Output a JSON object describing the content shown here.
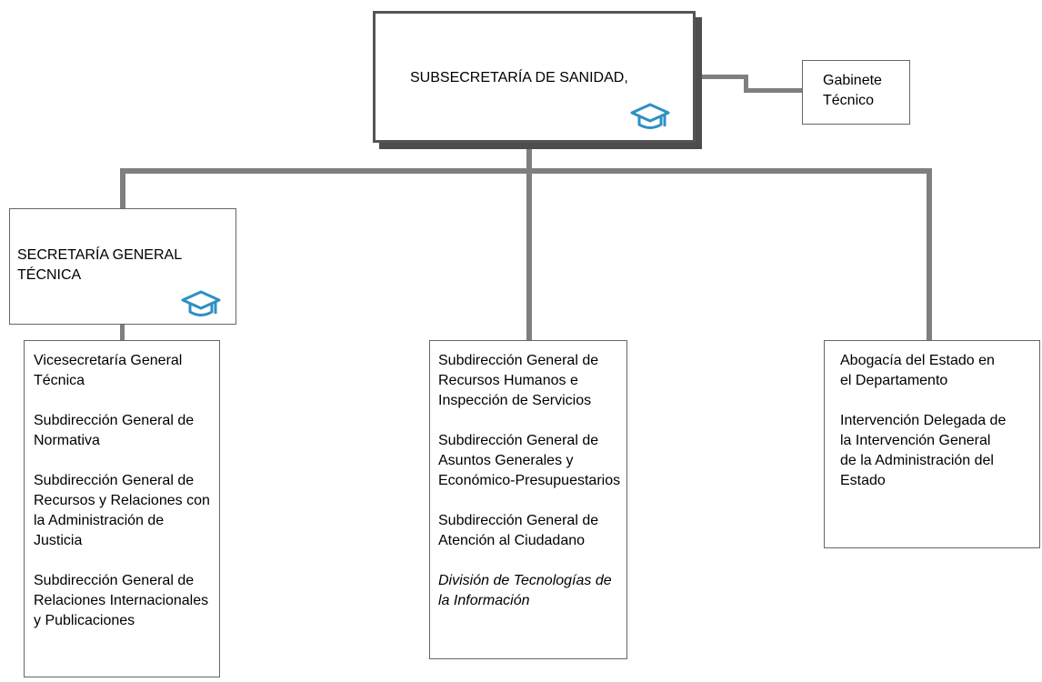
{
  "top_unit": {
    "title": "SUBSECRETARÍA DE SANIDAD,",
    "icon": "graduation-cap-icon"
  },
  "cabinet": {
    "title": "Gabinete Técnico"
  },
  "general_secretariat": {
    "title": "SECRETARÍA GENERAL TÉCNICA",
    "icon": "graduation-cap-icon"
  },
  "left_column": {
    "items": [
      "Vicesecretaría General Técnica",
      "Subdirección General de Normativa",
      "Subdirección General de Recursos y Relaciones con la Administración de Justicia",
      "Subdirección General de Relaciones Internacionales y Publicaciones"
    ]
  },
  "middle_column": {
    "items": [
      "Subdirección General de Recursos Humanos e Inspección de Servicios",
      "Subdirección General de Asuntos Generales y Económico-Presupuestarios",
      "Subdirección General de Atención al Ciudadano",
      "División de Tecnologías de la Información"
    ],
    "italic_item": "División de Tecnologías de la Información"
  },
  "right_column": {
    "items": [
      "Abogacía del Estado en el Departamento",
      "Intervención Delegada de la Intervención General de la Administración del Estado"
    ]
  },
  "colors": {
    "connector": "#7f7f7f",
    "icon": "#2e8fc6",
    "shadow": "#4d4d4d"
  }
}
